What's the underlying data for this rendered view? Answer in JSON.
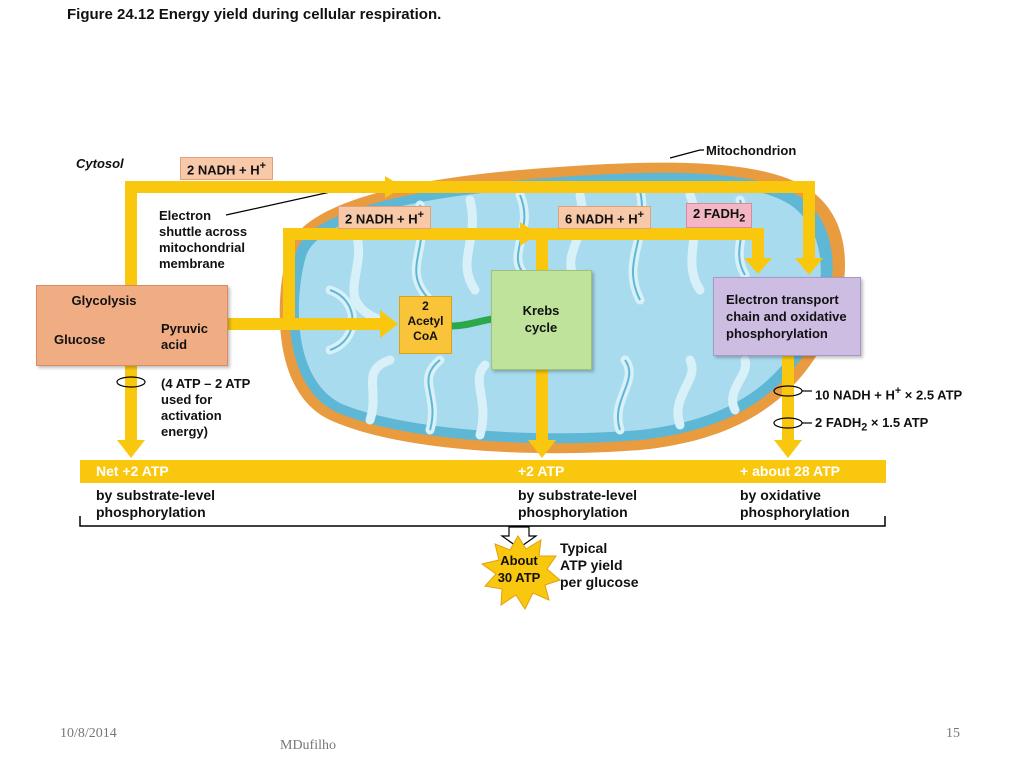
{
  "title": "Figure 24.12  Energy yield during cellular respiration.",
  "labels": {
    "cytosol": "Cytosol",
    "mitochondrion": "Mitochondrion",
    "electron_shuttle": [
      "Electron",
      "shuttle across",
      "mitochondrial",
      "membrane"
    ],
    "nadh_cytosol": "2 NADH + H",
    "nadh_pyruvate": "2 NADH + H",
    "nadh_krebs": "6 NADH + H",
    "fadh_krebs": "2 FADH",
    "plus": "+",
    "sub2": "2",
    "glycolysis": "Glycolysis",
    "glucose": "Glucose",
    "pyruvic": [
      "Pyruvic",
      "acid"
    ],
    "acetyl": [
      "2",
      "Acetyl",
      "CoA"
    ],
    "krebs": [
      "Krebs",
      "cycle"
    ],
    "etc": [
      "Electron transport",
      "chain and oxidative",
      "phosphorylation"
    ],
    "activation": [
      "(4 ATP – 2 ATP",
      "used for",
      "activation",
      "energy)"
    ],
    "nadh_yield": "10 NADH + H",
    "nadh_yield_rest": " × 2.5 ATP",
    "fadh_yield": "2 FADH",
    "fadh_yield_rest": " × 1.5 ATP"
  },
  "bar": {
    "net": "Net +2 ATP",
    "mid": "+2 ATP",
    "right": "+ about 28 ATP"
  },
  "bar_sub": {
    "left": [
      "by substrate-level",
      "phosphorylation"
    ],
    "mid": [
      "by substrate-level",
      "phosphorylation"
    ],
    "right": [
      "by oxidative",
      "phosphorylation"
    ]
  },
  "total": {
    "star": [
      "About",
      "30 ATP"
    ],
    "caption": [
      "Typical",
      "ATP yield",
      "per glucose"
    ]
  },
  "footer": {
    "date": "10/8/2014",
    "author": "MDufilho",
    "page": "15"
  },
  "colors": {
    "arrow": "#f9c80e",
    "mito_outer": "#e89b3f",
    "mito_inner": "#5fb7d6",
    "matrix": "#a9dbee",
    "cristae": "#d8f0f8"
  }
}
